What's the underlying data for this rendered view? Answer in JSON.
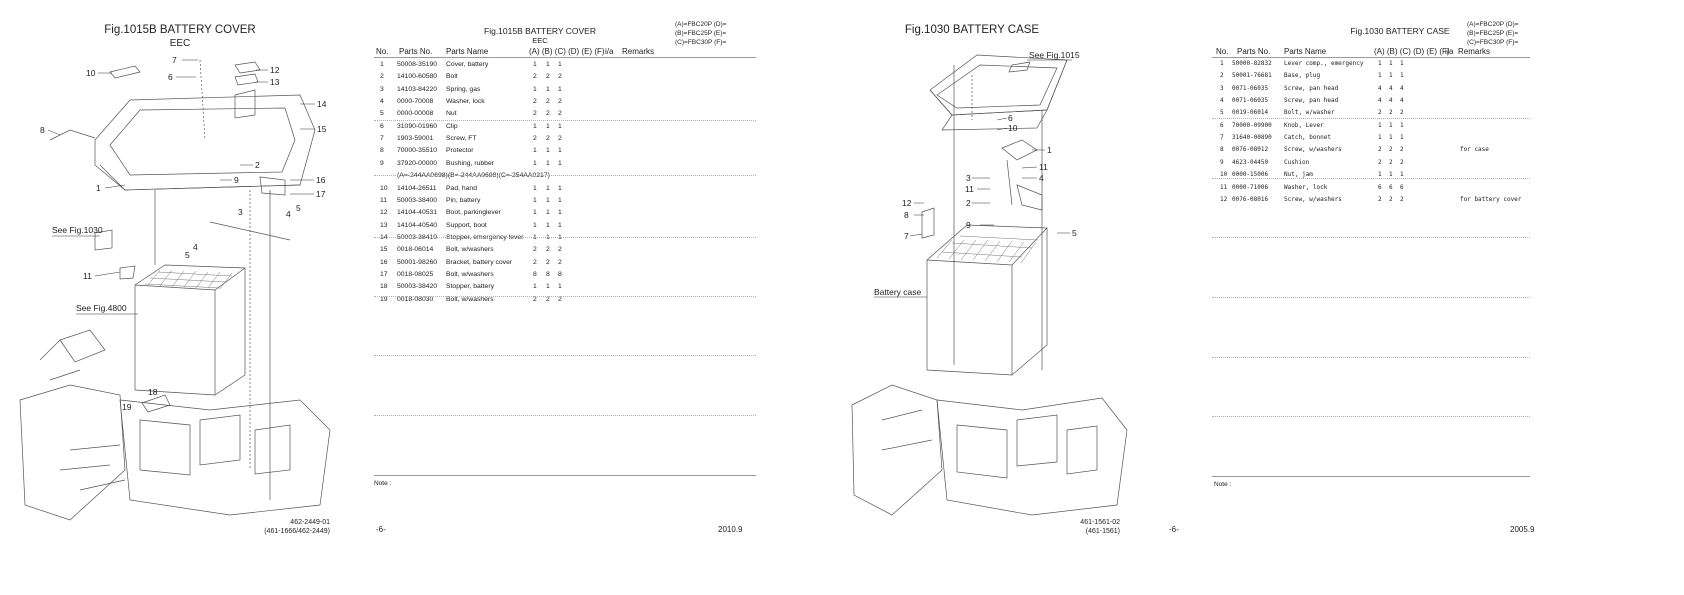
{
  "pages": [
    {
      "fig_title": "Fig.1015B  BATTERY COVER",
      "fig_subtitle": "EEC",
      "doc_num_line1": "462-2449-01",
      "doc_num_line2": "(461-1666/462-2449)",
      "callouts": [
        "1",
        "2",
        "3",
        "4",
        "5",
        "6",
        "7",
        "8",
        "9",
        "10",
        "11",
        "12",
        "13",
        "14",
        "15",
        "16",
        "17",
        "18",
        "19",
        "4",
        "5"
      ],
      "refs": [
        "See Fig.1030",
        "See Fig.4800"
      ]
    },
    {
      "table_title": "Fig.1015B  BATTERY COVER",
      "table_subtitle": "EEC",
      "legend": [
        "(A)=FBC20P  (D)=",
        "(B)=FBC25P  (E)=",
        "(C)=FBC30P  (F)="
      ],
      "headers": {
        "no": "No.",
        "parts_no": "Parts No.",
        "parts_name": "Parts Name",
        "cols": "(A) (B) (C) (D) (E) (F)",
        "ia": "i/a",
        "remarks": "Remarks"
      },
      "rows": [
        {
          "no": "1",
          "pn": "50008-35190",
          "name": "Cover, battery",
          "a": "1",
          "b": "1",
          "c": "1",
          "remarks": ""
        },
        {
          "no": "2",
          "pn": "14100-60580",
          "name": "Bolt",
          "a": "2",
          "b": "2",
          "c": "2",
          "remarks": ""
        },
        {
          "no": "3",
          "pn": "14103-84220",
          "name": "Spring, gas",
          "a": "1",
          "b": "1",
          "c": "1",
          "remarks": ""
        },
        {
          "no": "4",
          "pn": "0000-70008",
          "name": "Washer, lock",
          "a": "2",
          "b": "2",
          "c": "2",
          "remarks": ""
        },
        {
          "no": "5",
          "pn": "0000-00008",
          "name": "Nut",
          "a": "2",
          "b": "2",
          "c": "2",
          "remarks": ""
        },
        {
          "no": "6",
          "pn": "31090-01960",
          "name": "Clip",
          "a": "1",
          "b": "1",
          "c": "1",
          "remarks": ""
        },
        {
          "no": "7",
          "pn": "1903-59001",
          "name": "Screw, FT",
          "a": "2",
          "b": "2",
          "c": "2",
          "remarks": ""
        },
        {
          "no": "8",
          "pn": "70000-35510",
          "name": "Protector",
          "a": "1",
          "b": "1",
          "c": "1",
          "remarks": ""
        },
        {
          "no": "9",
          "pn": "37920-00000",
          "name": "Bushing, rubber",
          "a": "1",
          "b": "1",
          "c": "1",
          "remarks": ""
        },
        {
          "no": "",
          "pn": "(A=-244AA0698)(B=-244AA0698)(C=-254AA0217)",
          "name": "",
          "a": "",
          "b": "",
          "c": "",
          "remarks": ""
        },
        {
          "no": "10",
          "pn": "14104-26511",
          "name": "Pad, hand",
          "a": "1",
          "b": "1",
          "c": "1",
          "remarks": ""
        },
        {
          "no": "11",
          "pn": "50003-38400",
          "name": "Pin, battery",
          "a": "1",
          "b": "1",
          "c": "1",
          "remarks": ""
        },
        {
          "no": "12",
          "pn": "14104-40531",
          "name": "Boot, parkinglever",
          "a": "1",
          "b": "1",
          "c": "1",
          "remarks": ""
        },
        {
          "no": "13",
          "pn": "14104-40540",
          "name": "Support, boot",
          "a": "1",
          "b": "1",
          "c": "1",
          "remarks": ""
        },
        {
          "no": "14",
          "pn": "50003-38410",
          "name": "Stopper, emergency lever",
          "a": "1",
          "b": "1",
          "c": "1",
          "remarks": ""
        },
        {
          "no": "15",
          "pn": "0018-06014",
          "name": "Bolt, w/washers",
          "a": "2",
          "b": "2",
          "c": "2",
          "remarks": ""
        },
        {
          "no": "16",
          "pn": "50001-98260",
          "name": "Bracket, battery cover",
          "a": "2",
          "b": "2",
          "c": "2",
          "remarks": ""
        },
        {
          "no": "17",
          "pn": "0018-08025",
          "name": "Bolt, w/washers",
          "a": "8",
          "b": "8",
          "c": "8",
          "remarks": ""
        },
        {
          "no": "18",
          "pn": "50003-38420",
          "name": "Stopper, battery",
          "a": "1",
          "b": "1",
          "c": "1",
          "remarks": ""
        },
        {
          "no": "19",
          "pn": "0018-08030",
          "name": "Bolt, w/washers",
          "a": "2",
          "b": "2",
          "c": "2",
          "remarks": ""
        }
      ],
      "note_label": "Note :",
      "page_num": "-6-",
      "date": "2010.9"
    },
    {
      "fig_title": "Fig.1030  BATTERY CASE",
      "doc_num_line1": "461-1561-02",
      "doc_num_line2": "(461-1561)",
      "refs": [
        "See Fig.1015",
        "Battery case"
      ]
    },
    {
      "table_title": "Fig.1030  BATTERY CASE",
      "legend": [
        "(A)=FBC20P  (D)=",
        "(B)=FBC25P  (E)=",
        "(C)=FBC30P  (F)="
      ],
      "headers": {
        "no": "No.",
        "parts_no": "Parts No.",
        "parts_name": "Parts Name",
        "cols": "(A) (B) (C) (D) (E) (F)",
        "ia": "i/a",
        "remarks": "Remarks"
      },
      "rows": [
        {
          "no": "1",
          "pn": "50000-82832",
          "name": "Lever comp., emergency",
          "a": "1",
          "b": "1",
          "c": "1",
          "remarks": ""
        },
        {
          "no": "2",
          "pn": "50001-76681",
          "name": "Base, plug",
          "a": "1",
          "b": "1",
          "c": "1",
          "remarks": ""
        },
        {
          "no": "3",
          "pn": "0071-06035",
          "name": "Screw, pan head",
          "a": "4",
          "b": "4",
          "c": "4",
          "remarks": ""
        },
        {
          "no": "4",
          "pn": "0071-06035",
          "name": "Screw, pan head",
          "a": "4",
          "b": "4",
          "c": "4",
          "remarks": ""
        },
        {
          "no": "5",
          "pn": "0019-06014",
          "name": "Bolt, w/washer",
          "a": "2",
          "b": "2",
          "c": "2",
          "remarks": ""
        },
        {
          "no": "6",
          "pn": "70000-09900",
          "name": "Knob, Lever",
          "a": "1",
          "b": "1",
          "c": "1",
          "remarks": ""
        },
        {
          "no": "7",
          "pn": "31640-00890",
          "name": "Catch, bonnet",
          "a": "1",
          "b": "1",
          "c": "1",
          "remarks": ""
        },
        {
          "no": "8",
          "pn": "0076-08012",
          "name": "Screw, w/washers",
          "a": "2",
          "b": "2",
          "c": "2",
          "remarks": "for case"
        },
        {
          "no": "9",
          "pn": "4623-04450",
          "name": "Cushion",
          "a": "2",
          "b": "2",
          "c": "2",
          "remarks": ""
        },
        {
          "no": "10",
          "pn": "0000-15006",
          "name": "Nut, jam",
          "a": "1",
          "b": "1",
          "c": "1",
          "remarks": ""
        },
        {
          "no": "11",
          "pn": "0000-71006",
          "name": "Washer, lock",
          "a": "6",
          "b": "6",
          "c": "6",
          "remarks": ""
        },
        {
          "no": "12",
          "pn": "0076-08016",
          "name": "Screw, w/washers",
          "a": "2",
          "b": "2",
          "c": "2",
          "remarks": "for battery cover"
        }
      ],
      "note_label": "Note :",
      "page_num": "-6-",
      "date": "2005.9"
    }
  ]
}
